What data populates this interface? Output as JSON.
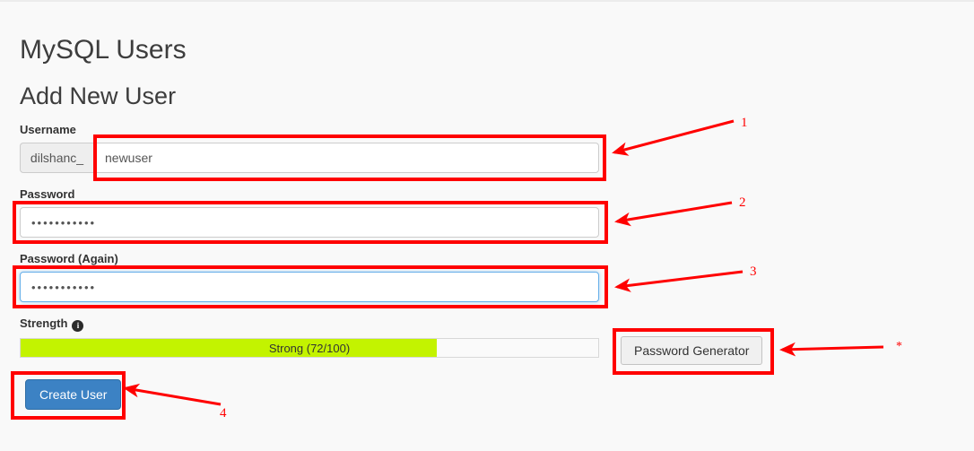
{
  "page": {
    "title": "MySQL Users",
    "section_title": "Add New User",
    "background_color": "#f9f9f9"
  },
  "form": {
    "username": {
      "label": "Username",
      "prefix": "dilshanc_",
      "value": "newuser",
      "placeholder": ""
    },
    "password": {
      "label": "Password",
      "value": "•••••••••••",
      "placeholder": ""
    },
    "password_again": {
      "label": "Password (Again)",
      "value": "•••••••••••",
      "placeholder": "",
      "focused": true
    },
    "strength": {
      "label": "Strength",
      "info_icon": "info-icon",
      "text": "Strong (72/100)",
      "score": 72,
      "max": 100,
      "fill_percent": 72,
      "fill_color": "#c3f300"
    },
    "buttons": {
      "create_user": "Create User",
      "password_generator": "Password Generator",
      "primary_color": "#3c82c4"
    }
  },
  "annotations": {
    "color": "#ff0000",
    "markers": [
      {
        "id": "1",
        "label": "1",
        "target": "username-input"
      },
      {
        "id": "2",
        "label": "2",
        "target": "password-input"
      },
      {
        "id": "3",
        "label": "3",
        "target": "password-again-input"
      },
      {
        "id": "4",
        "label": "4",
        "target": "create-user-button"
      },
      {
        "id": "5",
        "label": "*",
        "target": "password-generator-button"
      }
    ]
  }
}
